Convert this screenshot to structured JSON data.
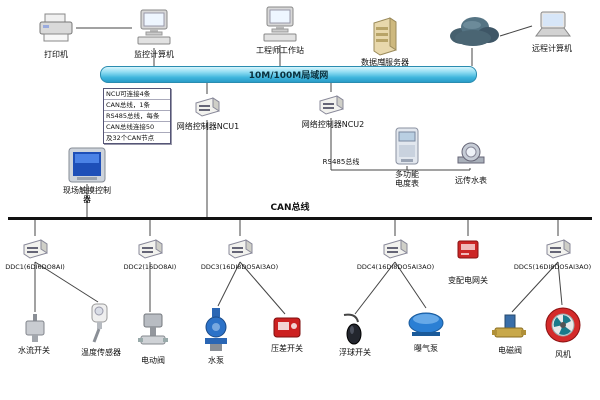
{
  "buses": {
    "lan": "10M/100M局域网",
    "can": "CAN总线",
    "rs485": "RS485总线"
  },
  "note_box": {
    "lines": [
      "NCU可连接4条",
      "CAN总线，1条",
      "RS485总线，每条",
      "CAN总线连接50",
      "及32个CAN节点"
    ]
  },
  "top_devices": [
    {
      "label": "打印机"
    },
    {
      "label": "监控计算机"
    },
    {
      "label": "工程师工作站"
    },
    {
      "label": "数据库服务器"
    },
    {
      "label": "远程计算机"
    }
  ],
  "controllers": [
    {
      "label": "网络控制器NCU1"
    },
    {
      "label": "网络控制器NCU2"
    },
    {
      "label": "现场触摸控制器"
    },
    {
      "label": "多功能电度表"
    },
    {
      "label": "远传水表"
    }
  ],
  "ddc_row": [
    {
      "label": "DDC1(6DI6DO8AI)"
    },
    {
      "label": "DDC2(16DO8AI)"
    },
    {
      "label": "DDC3(16DI8DO5AI3AO)"
    },
    {
      "label": "DDC4(16DI8DO5AI3AO)"
    },
    {
      "label": "变配电网关"
    },
    {
      "label": "DDC5(16DI8DO5AI3AO)"
    }
  ],
  "field_devices": [
    {
      "label": "水流开关"
    },
    {
      "label": "温度传感器"
    },
    {
      "label": "电动阀"
    },
    {
      "label": "水泵"
    },
    {
      "label": "压差开关"
    },
    {
      "label": "浮球开关"
    },
    {
      "label": "曝气泵"
    },
    {
      "label": "电磁阀"
    },
    {
      "label": "风机"
    }
  ],
  "colors": {
    "lan_bar": "#3fb6dd",
    "can_bus": "#111111",
    "alarm_red": "#cc2222",
    "pump_blue": "#2c72c8"
  }
}
